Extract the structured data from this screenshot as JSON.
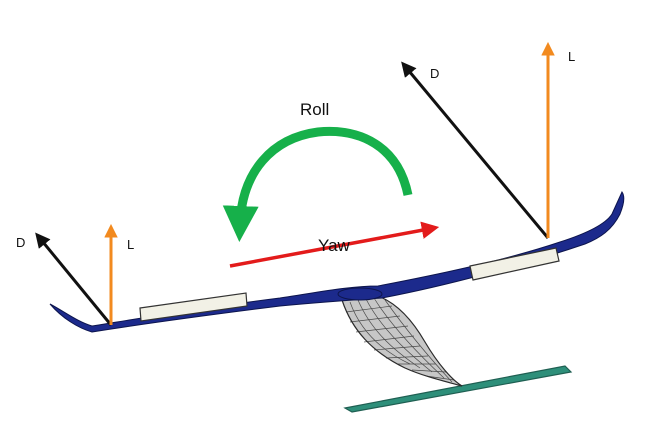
{
  "labels": {
    "roll": "Roll",
    "yaw": "Yaw",
    "drag_left": "D",
    "lift_left": "L",
    "drag_right": "D",
    "lift_right": "L"
  },
  "colors": {
    "roll_arrow": "#16b04a",
    "yaw_arrow": "#e31b1b",
    "lift_arrow": "#f28a1f",
    "drag_arrow": "#111111",
    "wing": "#1c2a8c",
    "hull_mesh": "#2b2b2b",
    "fin": "#2e8f7a",
    "pontoon": "#f2f1e6"
  }
}
